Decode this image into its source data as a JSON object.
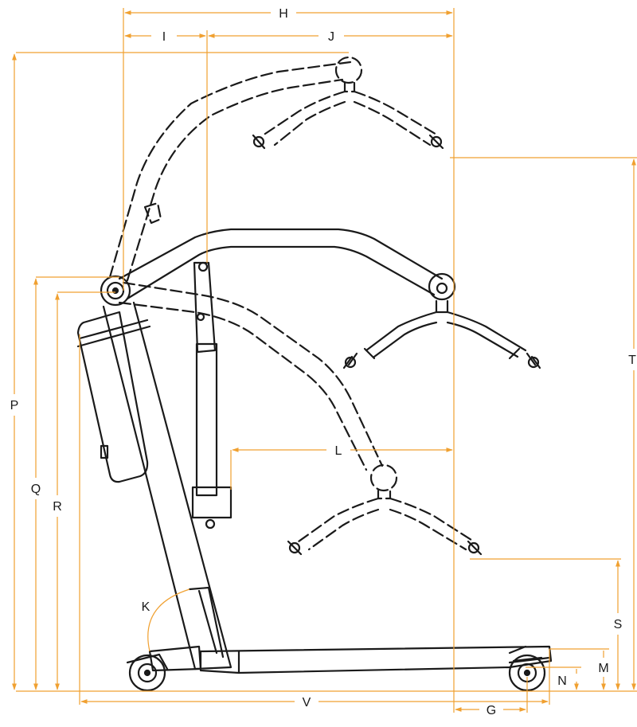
{
  "colors": {
    "dimension": "#f0a030",
    "outline": "#1a1a1a",
    "background": "#ffffff"
  },
  "labels": {
    "H": "H",
    "I": "I",
    "J": "J",
    "K": "K",
    "L": "L",
    "M": "M",
    "N": "N",
    "P": "P",
    "Q": "Q",
    "R": "R",
    "S": "S",
    "T": "T",
    "G": "G",
    "V": "V"
  }
}
